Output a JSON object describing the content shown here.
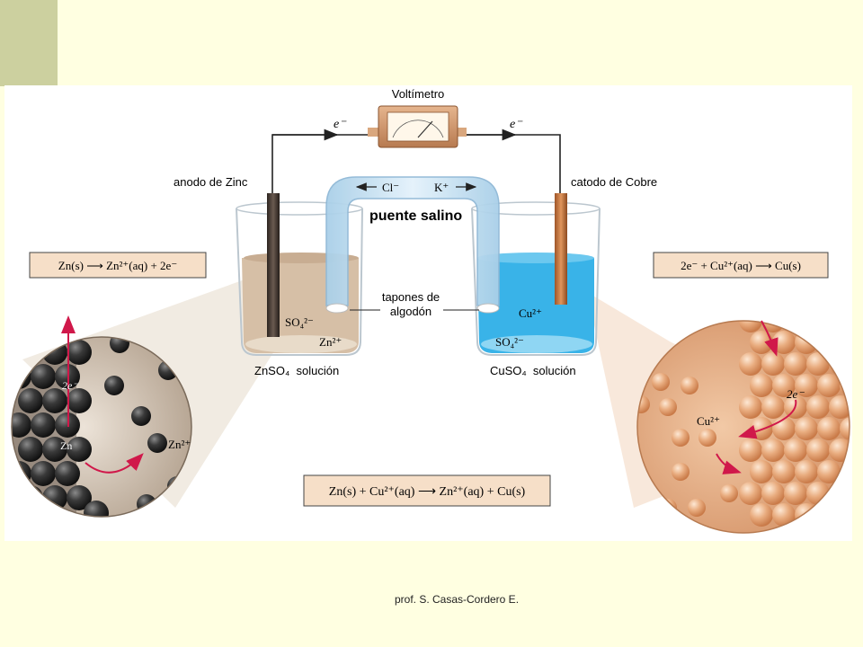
{
  "labels": {
    "voltmeter": "Voltímetro",
    "electron_left": "e⁻",
    "electron_right": "e⁻",
    "anode": "anodo de Zinc",
    "cathode": "catodo de Cobre",
    "chloride": "Cl⁻",
    "potassium": "K⁺",
    "salt_bridge": "puente salino",
    "plugs_line1": "tapones de",
    "plugs_line2": "algodón",
    "so4_left": "SO₄²⁻",
    "zn2_beaker": "Zn²⁺",
    "cu2_beaker": "Cu²⁺",
    "so4_right": "SO₄²⁻",
    "znso4_solution": "ZnSO₄  solución",
    "cuso4_solution": "CuSO₄  solución"
  },
  "equations": {
    "anode": "Zn(s) ⟶ Zn²⁺(aq) + 2e⁻",
    "cathode": "2e⁻ + Cu²⁺(aq) ⟶ Cu(s)",
    "overall": "Zn(s) + Cu²⁺(aq) ⟶ Zn²⁺(aq) + Cu(s)"
  },
  "zoom_left": {
    "electrons": "2e⁻",
    "metal": "Zn",
    "ion": "Zn²⁺"
  },
  "zoom_right": {
    "electrons": "2e⁻",
    "ion": "Cu²⁺"
  },
  "footer": "prof. S. Casas-Cordero E.",
  "colors": {
    "zinc_solution": "#d6bfa6",
    "copper_solution": "#39b3e8",
    "copper_electrode": "#c9773f",
    "zinc_electrode": "#4a3c35",
    "arrow_red": "#d0184a"
  }
}
